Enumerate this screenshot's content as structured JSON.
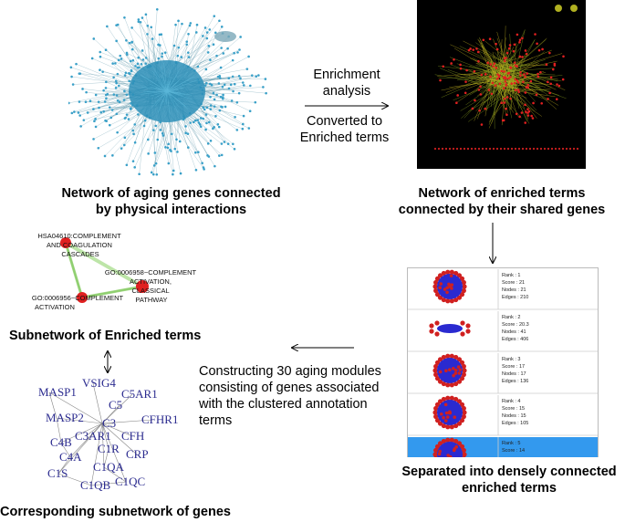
{
  "captions": {
    "aging_network": [
      "Network of aging genes connected",
      "by physical interactions"
    ],
    "enriched_network": [
      "Network of enriched terms",
      "connected by their shared genes"
    ],
    "subnetwork_terms": "Subnetwork of Enriched terms",
    "subnetwork_genes": "Corresponding subnetwork of genes",
    "separated": [
      "Separated into densely connected",
      "enriched terms"
    ]
  },
  "arrow_texts": {
    "enrichment": [
      "Enrichment",
      "analysis"
    ],
    "converted": [
      "Converted to",
      "Enriched terms"
    ],
    "modules": [
      "Constructing 30 aging  modules",
      "consisting of genes  associated",
      "with the clustered annotation",
      "terms"
    ]
  },
  "terms": [
    {
      "lines": [
        "HSA04610:COMPLEMENT",
        "AND COAGULATION",
        "CASCADES"
      ]
    },
    {
      "lines": [
        "GO:0006958~COMPLEMENT",
        "ACTIVATION,",
        "CLASSICAL",
        "PATHWAY"
      ]
    },
    {
      "lines": [
        "GO:0006956~COMPLEMENT",
        "ACTIVATION"
      ]
    }
  ],
  "genes": [
    "MASP1",
    "VSIG4",
    "C5AR1",
    "C5",
    "MASP2",
    "C3",
    "CFHR1",
    "C3AR1",
    "CFH",
    "C4B",
    "C1R",
    "C4A",
    "CRP",
    "C1QA",
    "C1S",
    "C1QB",
    "C1QC"
  ],
  "clusters": [
    {
      "rank": "Rank : 1",
      "score": "Score : 21",
      "nodes": "Nodes : 21",
      "edges": "Edges : 210"
    },
    {
      "rank": "Rank : 2",
      "score": "Score : 20.3",
      "nodes": "Nodes : 41",
      "edges": "Edges : 406"
    },
    {
      "rank": "Rank : 3",
      "score": "Score : 17",
      "nodes": "Nodes : 17",
      "edges": "Edges : 136"
    },
    {
      "rank": "Rank : 4",
      "score": "Score : 15",
      "nodes": "Nodes : 15",
      "edges": "Edges : 105"
    },
    {
      "rank": "Rank : 5",
      "score": "Score : 14",
      "nodes": "",
      "edges": ""
    }
  ],
  "colors": {
    "aging_nodes": "#3aa0c8",
    "aging_edges": "#4a8aa0",
    "term_node": "#e02020",
    "term_edge": "#a6d98a",
    "gene_label": "#2b2b8f",
    "cluster_node": "#2a2ad0",
    "cluster_outer": "#d02020",
    "selected_row": "#3399ee"
  }
}
